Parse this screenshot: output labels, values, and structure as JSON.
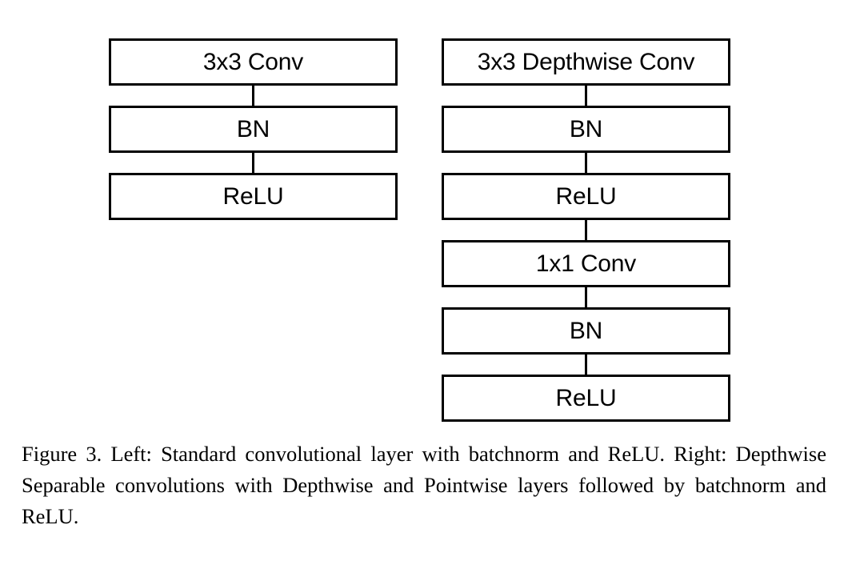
{
  "figure": {
    "label": "Figure 3.",
    "caption": "Figure 3. Left: Standard convolutional layer with batchnorm and ReLU. Right: Depthwise Separable convolutions with Depthwise and Pointwise layers followed by batchnorm and ReLU.",
    "caption_lines": [
      "Figure 3. Left: Standard convolutional layer with batchnorm and",
      "ReLU. Right: Depthwise Separable convolutions with Depthwise",
      "and Pointwise layers followed by batchnorm and ReLU."
    ]
  },
  "colors": {
    "background": "#ffffff",
    "stroke": "#000000",
    "text": "#000000",
    "node_fill": "#ffffff"
  },
  "diagram": {
    "type": "block-diagram",
    "orientation": "top-to-bottom",
    "columns": [
      {
        "id": "standard-conv-layer",
        "side": "left",
        "title": "Standard convolutional layer",
        "nodes": [
          {
            "id": "left-conv",
            "label": "3x3 Conv"
          },
          {
            "id": "left-bn",
            "label": "BN"
          },
          {
            "id": "left-relu",
            "label": "ReLU"
          }
        ],
        "edges": [
          {
            "from": "left-conv",
            "to": "left-bn"
          },
          {
            "from": "left-bn",
            "to": "left-relu"
          }
        ]
      },
      {
        "id": "depthwise-separable-layer",
        "side": "right",
        "title": "Depthwise Separable convolutions",
        "nodes": [
          {
            "id": "right-dwconv",
            "label": "3x3 Depthwise Conv"
          },
          {
            "id": "right-bn1",
            "label": "BN"
          },
          {
            "id": "right-relu1",
            "label": "ReLU"
          },
          {
            "id": "right-pwconv",
            "label": "1x1 Conv"
          },
          {
            "id": "right-bn2",
            "label": "BN"
          },
          {
            "id": "right-relu2",
            "label": "ReLU"
          }
        ],
        "edges": [
          {
            "from": "right-dwconv",
            "to": "right-bn1"
          },
          {
            "from": "right-bn1",
            "to": "right-relu1"
          },
          {
            "from": "right-relu1",
            "to": "right-pwconv"
          },
          {
            "from": "right-pwconv",
            "to": "right-bn2"
          },
          {
            "from": "right-bn2",
            "to": "right-relu2"
          }
        ]
      }
    ]
  }
}
